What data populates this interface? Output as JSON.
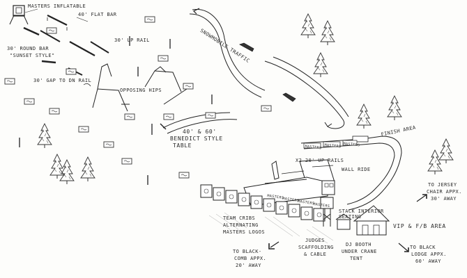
{
  "labels": {
    "masters_inflatable": "Masters Inflatable",
    "flat_bar": "40' Flat Bar",
    "round_bar": "30' Round Bar",
    "round_bar_style": "\"Sunset Style\"",
    "up_rail": "30' Up Rail",
    "gap_to_dn_rail": "30' Gap to DN Rail",
    "opposing_hips": "Opposing Hips",
    "snowmobile_traffic": "Snowmobile Traffic",
    "benedict_table_1": "40' & 60'",
    "benedict_table_2": "Benedict Style",
    "benedict_table_3": "Table",
    "finish_area": "Finish Area",
    "up_rails": "x2 20' Up Rails",
    "wall_ride": "Wall Ride",
    "team_cribs_1": "Team Cribs",
    "team_cribs_2": "Alternating",
    "team_cribs_3": "Masters Logos",
    "judges_1": "Judges",
    "judges_2": "Scaffolding",
    "judges_3": "& Cable",
    "stack_area_1": "Stack Interior",
    "stack_area_2": "Seating",
    "dj_booth_1": "DJ Booth",
    "dj_booth_2": "Under Crane",
    "dj_booth_3": "Tent",
    "vip_area": "VIP & F/B Area",
    "to_jersey_1": "To Jersey",
    "to_jersey_2": "Chair Appx.",
    "to_jersey_3": "30' Away",
    "to_black_comb_1": "To Black-",
    "to_black_comb_2": "Comb Appx.",
    "to_black_comb_3": "20' Away",
    "to_black_lodge_1": "To Black",
    "to_black_lodge_2": "Lodge Appx.",
    "to_black_lodge_3": "60' Away"
  },
  "crib_signs": [
    "Masters",
    "Masters",
    "Masters",
    "Masters"
  ],
  "finish_arc_signs": [
    "Masters",
    "Masters",
    "Masters"
  ]
}
